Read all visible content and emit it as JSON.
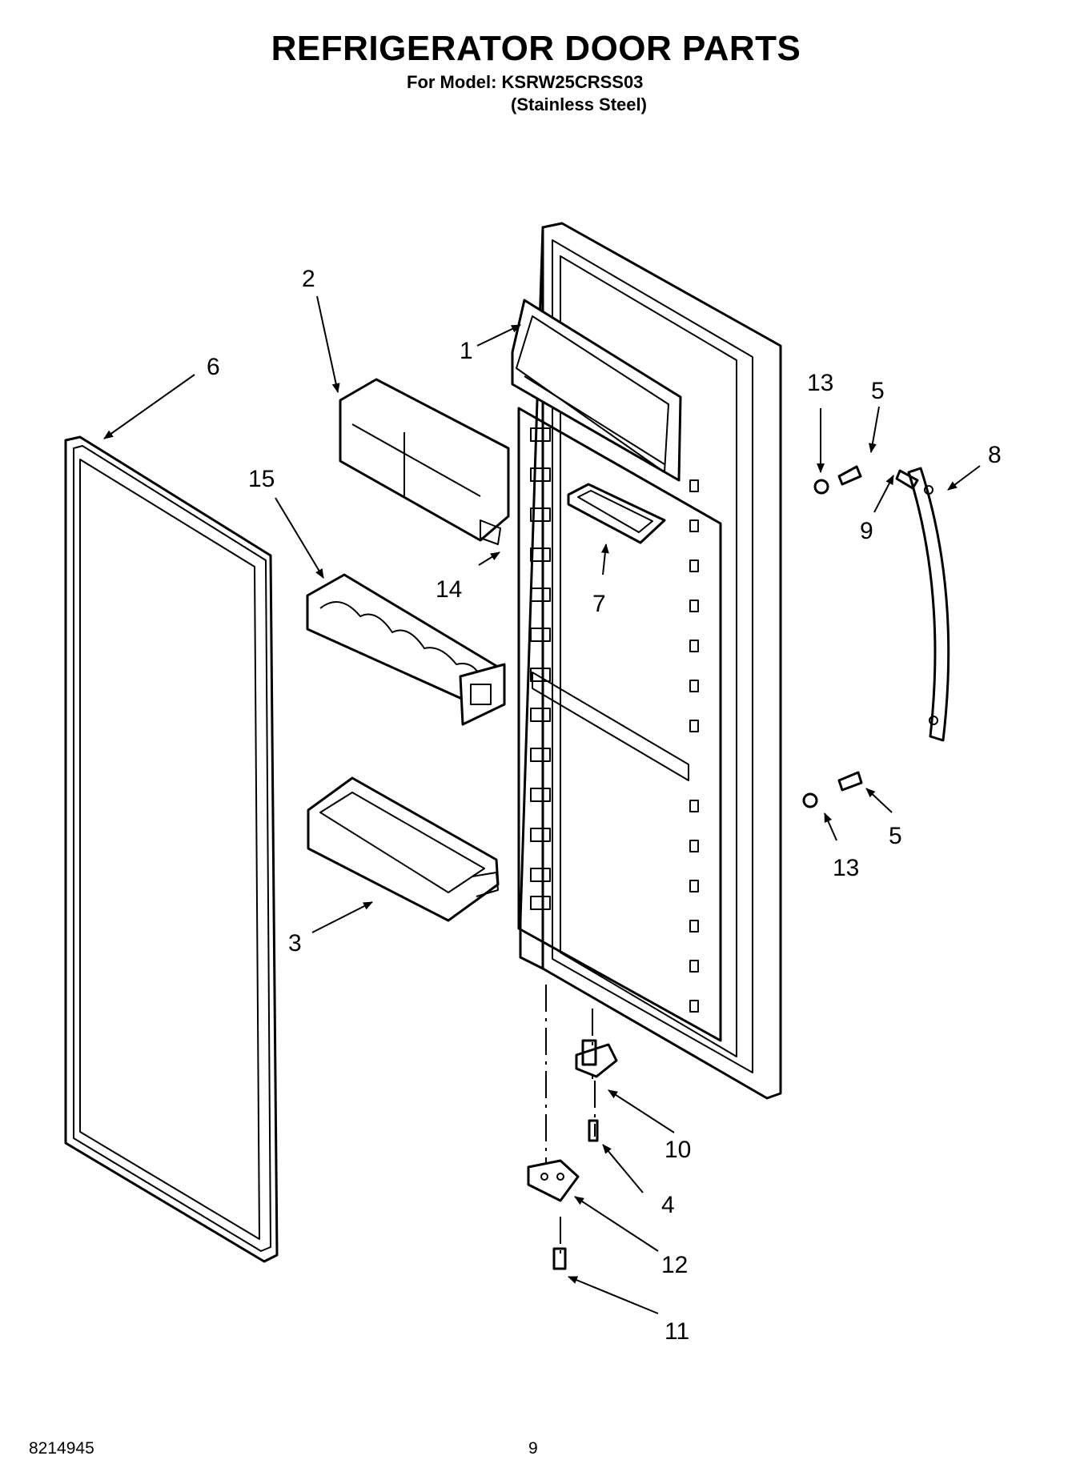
{
  "header": {
    "title": "REFRIGERATOR DOOR PARTS",
    "model_line": "For Model: KSRW25CRSS03",
    "finish_line": "(Stainless Steel)"
  },
  "callouts": [
    "1",
    "2",
    "3",
    "4",
    "5",
    "5",
    "6",
    "7",
    "8",
    "9",
    "10",
    "11",
    "12",
    "13",
    "13",
    "14",
    "15"
  ],
  "footer": {
    "doc_number": "8214945",
    "page_number": "9"
  }
}
